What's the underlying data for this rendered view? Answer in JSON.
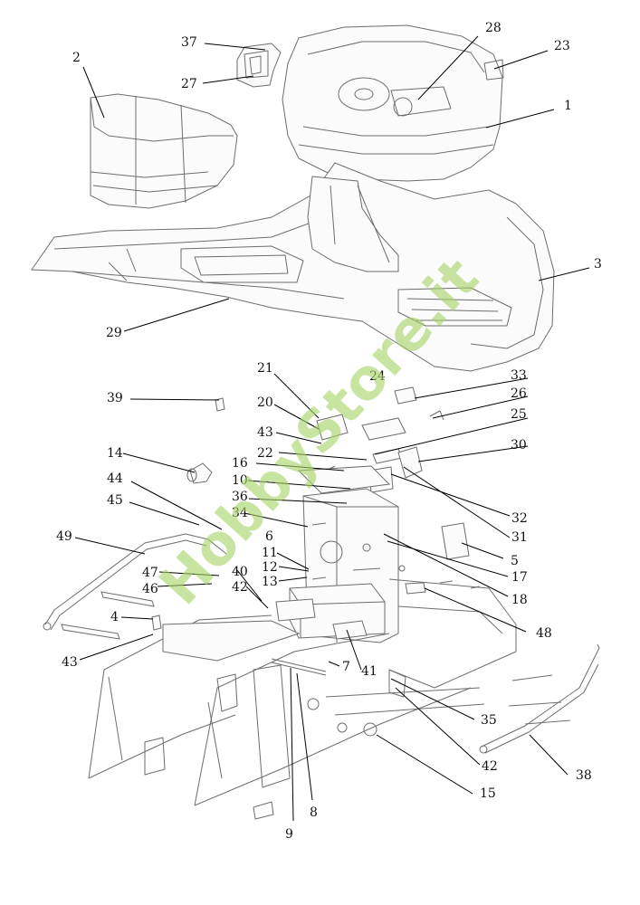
{
  "diagram": {
    "watermark": "HobbyStore.it",
    "callouts": [
      {
        "id": "1",
        "label": "1"
      },
      {
        "id": "2",
        "label": "2"
      },
      {
        "id": "3",
        "label": "3"
      },
      {
        "id": "4",
        "label": "4"
      },
      {
        "id": "5",
        "label": "5"
      },
      {
        "id": "6",
        "label": "6"
      },
      {
        "id": "7",
        "label": "7"
      },
      {
        "id": "8",
        "label": "8"
      },
      {
        "id": "9",
        "label": "9"
      },
      {
        "id": "10",
        "label": "10"
      },
      {
        "id": "11",
        "label": "11"
      },
      {
        "id": "12",
        "label": "12"
      },
      {
        "id": "13",
        "label": "13"
      },
      {
        "id": "14",
        "label": "14"
      },
      {
        "id": "15",
        "label": "15"
      },
      {
        "id": "16",
        "label": "16"
      },
      {
        "id": "17",
        "label": "17"
      },
      {
        "id": "18",
        "label": "18"
      },
      {
        "id": "20",
        "label": "20"
      },
      {
        "id": "21",
        "label": "21"
      },
      {
        "id": "22",
        "label": "22"
      },
      {
        "id": "23",
        "label": "23"
      },
      {
        "id": "24",
        "label": "24"
      },
      {
        "id": "25",
        "label": "25"
      },
      {
        "id": "26",
        "label": "26"
      },
      {
        "id": "27",
        "label": "27"
      },
      {
        "id": "28",
        "label": "28"
      },
      {
        "id": "29",
        "label": "29"
      },
      {
        "id": "30",
        "label": "30"
      },
      {
        "id": "31",
        "label": "31"
      },
      {
        "id": "32",
        "label": "32"
      },
      {
        "id": "33",
        "label": "33"
      },
      {
        "id": "34",
        "label": "34"
      },
      {
        "id": "35",
        "label": "35"
      },
      {
        "id": "36",
        "label": "36"
      },
      {
        "id": "37",
        "label": "37"
      },
      {
        "id": "38",
        "label": "38"
      },
      {
        "id": "39",
        "label": "39"
      },
      {
        "id": "40",
        "label": "40"
      },
      {
        "id": "41",
        "label": "41"
      },
      {
        "id": "42a",
        "label": "42"
      },
      {
        "id": "42b",
        "label": "42"
      },
      {
        "id": "43a",
        "label": "43"
      },
      {
        "id": "43b",
        "label": "43"
      },
      {
        "id": "44",
        "label": "44"
      },
      {
        "id": "45",
        "label": "45"
      },
      {
        "id": "46",
        "label": "46"
      },
      {
        "id": "47",
        "label": "47"
      },
      {
        "id": "48",
        "label": "48"
      },
      {
        "id": "49",
        "label": "49"
      }
    ]
  }
}
